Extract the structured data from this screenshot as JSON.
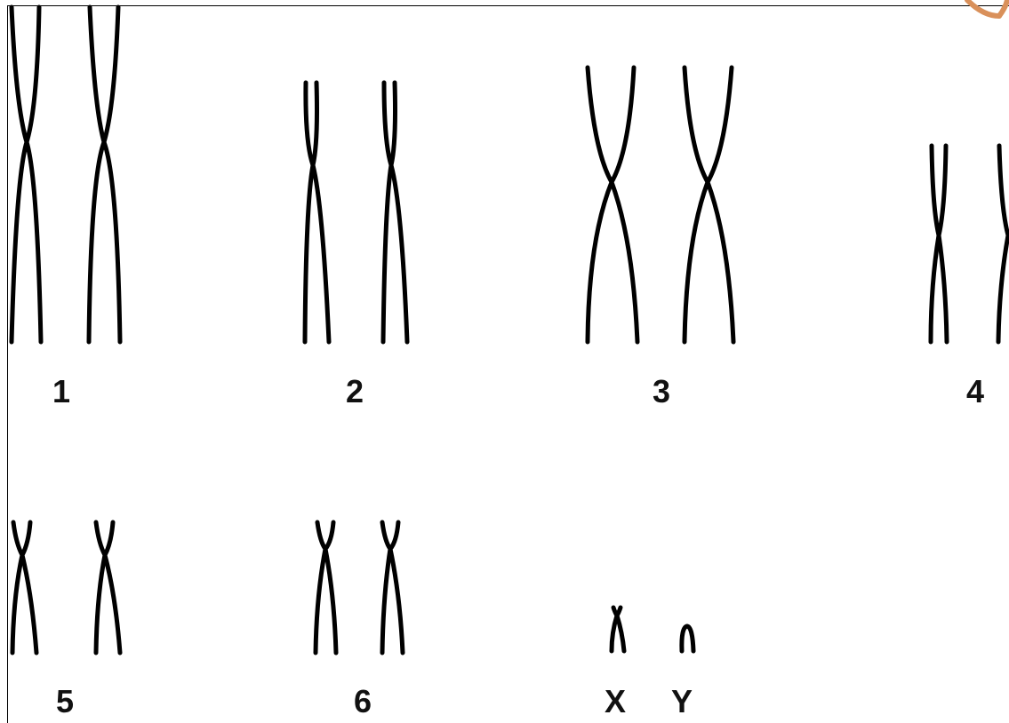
{
  "colors": {
    "ink": "#000000",
    "background": "#ffffff",
    "decoration": "#d9905a"
  },
  "pairs": [
    {
      "id": "1",
      "label": "1"
    },
    {
      "id": "2",
      "label": "2"
    },
    {
      "id": "3",
      "label": "3"
    },
    {
      "id": "4",
      "label": "4"
    },
    {
      "id": "5",
      "label": "5"
    },
    {
      "id": "6",
      "label": "6"
    },
    {
      "id": "x",
      "label": "X"
    },
    {
      "id": "y",
      "label": "Y"
    }
  ]
}
